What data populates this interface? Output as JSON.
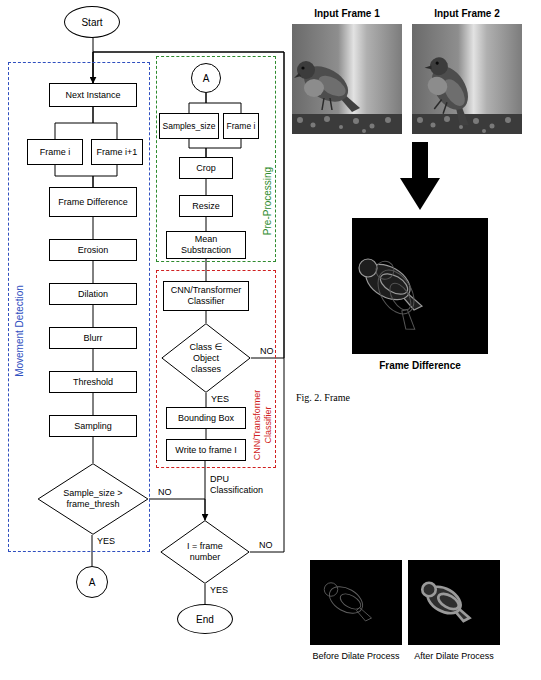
{
  "diagram": {
    "nodes": [
      {
        "text": [
          "Start"
        ]
      },
      {
        "text": [
          "Movement Detection"
        ]
      },
      {
        "text": [
          "Next Instance"
        ],
        "in": 1
      },
      {
        "text": [
          "Frame i"
        ],
        "in": 1
      },
      {
        "text": [
          "Frame i+1"
        ],
        "in": 1
      },
      {
        "text": [
          "Frame Difference"
        ],
        "in": 1
      },
      {
        "text": [
          "Erosion"
        ],
        "in": 1
      },
      {
        "text": [
          "Dilation"
        ],
        "in": 1
      },
      {
        "text": [
          "Blurr"
        ],
        "in": 1
      },
      {
        "text": [
          "Threshold"
        ],
        "in": 1
      },
      {
        "text": [
          "Sampling"
        ],
        "in": 1
      },
      {
        "text": [
          "Sample_size > frame_thresh"
        ],
        "in": 1
      },
      {
        "text": [
          "A"
        ]
      },
      {
        "text": [
          "Pre-Processing"
        ]
      },
      {
        "text": [
          "A"
        ],
        "in": 13
      },
      {
        "text": [
          "Samples_size"
        ],
        "in": 13
      },
      {
        "text": [
          "Frame i"
        ],
        "in": 13
      },
      {
        "text": [
          "Crop"
        ],
        "in": 13
      },
      {
        "text": [
          "Resize"
        ],
        "in": 13
      },
      {
        "text": [
          "Mean Substraction"
        ],
        "in": 13
      },
      {
        "text": [
          "CNN/Transformer Classifier"
        ]
      },
      {
        "text": [
          "CNN/Transformer Classifier"
        ],
        "in": 20
      },
      {
        "text": [
          "Class ∈ Object classes"
        ],
        "in": 20
      },
      {
        "text": [
          "Bounding Box"
        ],
        "in": 20
      },
      {
        "text": [
          "Write to frame I"
        ],
        "in": 20
      },
      {
        "text": [
          "I = frame number"
        ]
      },
      {
        "text": [
          "End"
        ]
      }
    ],
    "edges": [
      {
        "from": 0,
        "to": 2,
        "arrow": "none"
      },
      {
        "from": 2,
        "to": 3,
        "arrow": "none"
      },
      {
        "from": 2,
        "to": 4,
        "arrow": "none"
      },
      {
        "from": 3,
        "to": 5,
        "arrow": "none"
      },
      {
        "from": 4,
        "to": 5,
        "arrow": "none"
      },
      {
        "from": 5,
        "to": 6,
        "arrow": "none"
      },
      {
        "from": 6,
        "to": 7,
        "arrow": "none"
      },
      {
        "from": 7,
        "to": 8,
        "arrow": "none"
      },
      {
        "from": 8,
        "to": 9,
        "arrow": "none"
      },
      {
        "from": 9,
        "to": 10,
        "arrow": "none"
      },
      {
        "from": 10,
        "to": 11,
        "arrow": "none"
      },
      {
        "from": 11,
        "to": 12,
        "label": "YES",
        "arrow": "none"
      },
      {
        "from": 11,
        "to": 25,
        "label": "NO",
        "arrow": "to"
      },
      {
        "from": 14,
        "to": 15,
        "arrow": "none"
      },
      {
        "from": 14,
        "to": 16,
        "arrow": "none"
      },
      {
        "from": 15,
        "to": 17,
        "arrow": "none"
      },
      {
        "from": 16,
        "to": 17,
        "arrow": "none"
      },
      {
        "from": 17,
        "to": 18,
        "arrow": "none"
      },
      {
        "from": 18,
        "to": 19,
        "arrow": "none"
      },
      {
        "from": 19,
        "to": 21,
        "arrow": "none"
      },
      {
        "from": 21,
        "to": 22,
        "arrow": "none"
      },
      {
        "from": 22,
        "to": 23,
        "label": "YES",
        "arrow": "none"
      },
      {
        "from": 22,
        "to": 2,
        "label": "NO",
        "arrow": "to"
      },
      {
        "from": 23,
        "to": 24,
        "arrow": "none"
      },
      {
        "from": 24,
        "to": 25,
        "arrow": "none"
      },
      {
        "from": 25,
        "to": 2,
        "label": "NO",
        "arrow": "none"
      },
      {
        "from": 25,
        "to": 26,
        "label": "YES",
        "arrow": "none"
      }
    ],
    "labels": [
      "DPU Classification",
      "Input Frame 1",
      "Input Frame 2",
      "Frame Difference",
      "Fig. 2. Frame",
      "Before Dilate Process",
      "After Dilate Process"
    ]
  }
}
